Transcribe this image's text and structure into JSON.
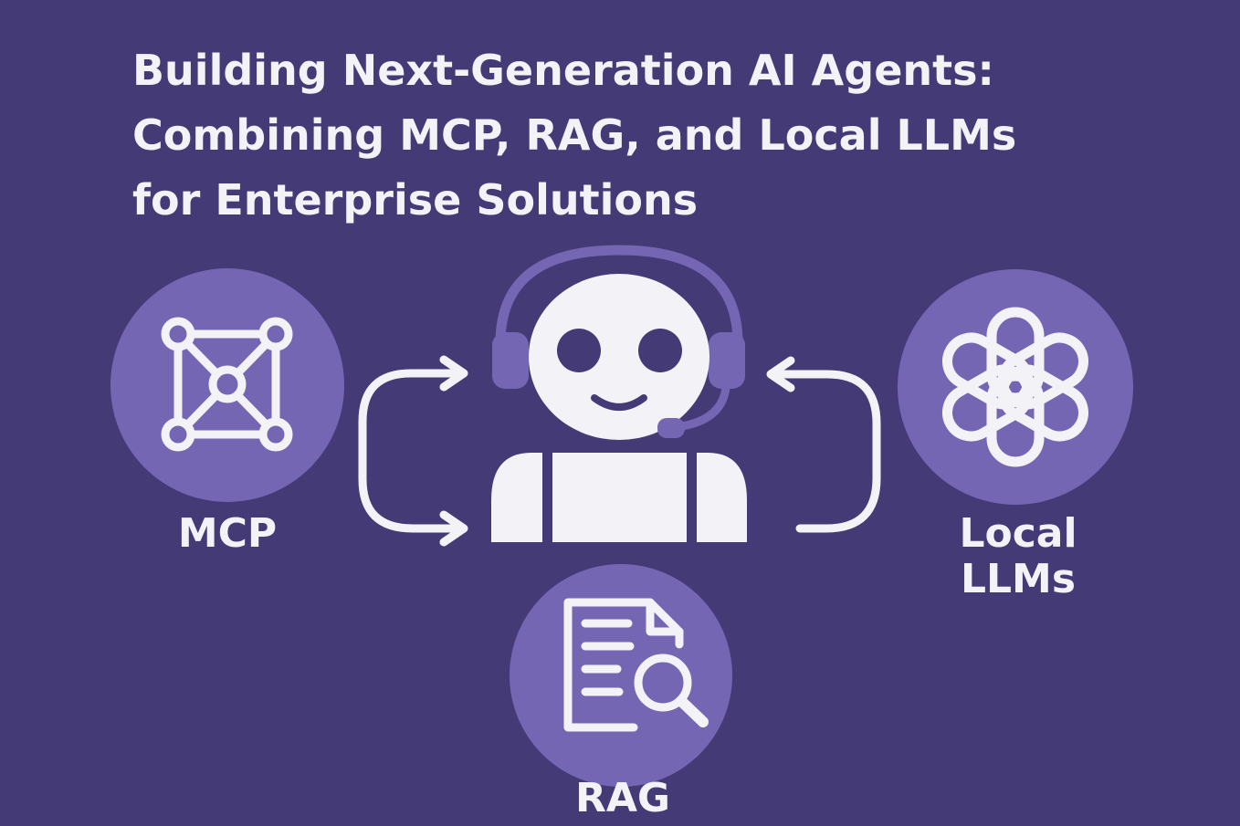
{
  "title": {
    "line1": "Building Next-Generation AI Agents:",
    "line2": "Combining MCP, RAG, and Local LLMs",
    "line3": "for Enterprise Solutions"
  },
  "nodes": {
    "mcp": {
      "label": "MCP",
      "icon": "network-nodes-icon"
    },
    "local_llms": {
      "label_line1": "Local",
      "label_line2": "LLMs",
      "icon": "openai-knot-icon"
    },
    "rag": {
      "label": "RAG",
      "icon": "document-search-icon"
    },
    "agent": {
      "icon": "robot-headset-icon"
    }
  },
  "colors": {
    "background": "#433a76",
    "circle": "#7566b4",
    "foreground": "#f3f2f7",
    "headset": "#7566b4"
  }
}
